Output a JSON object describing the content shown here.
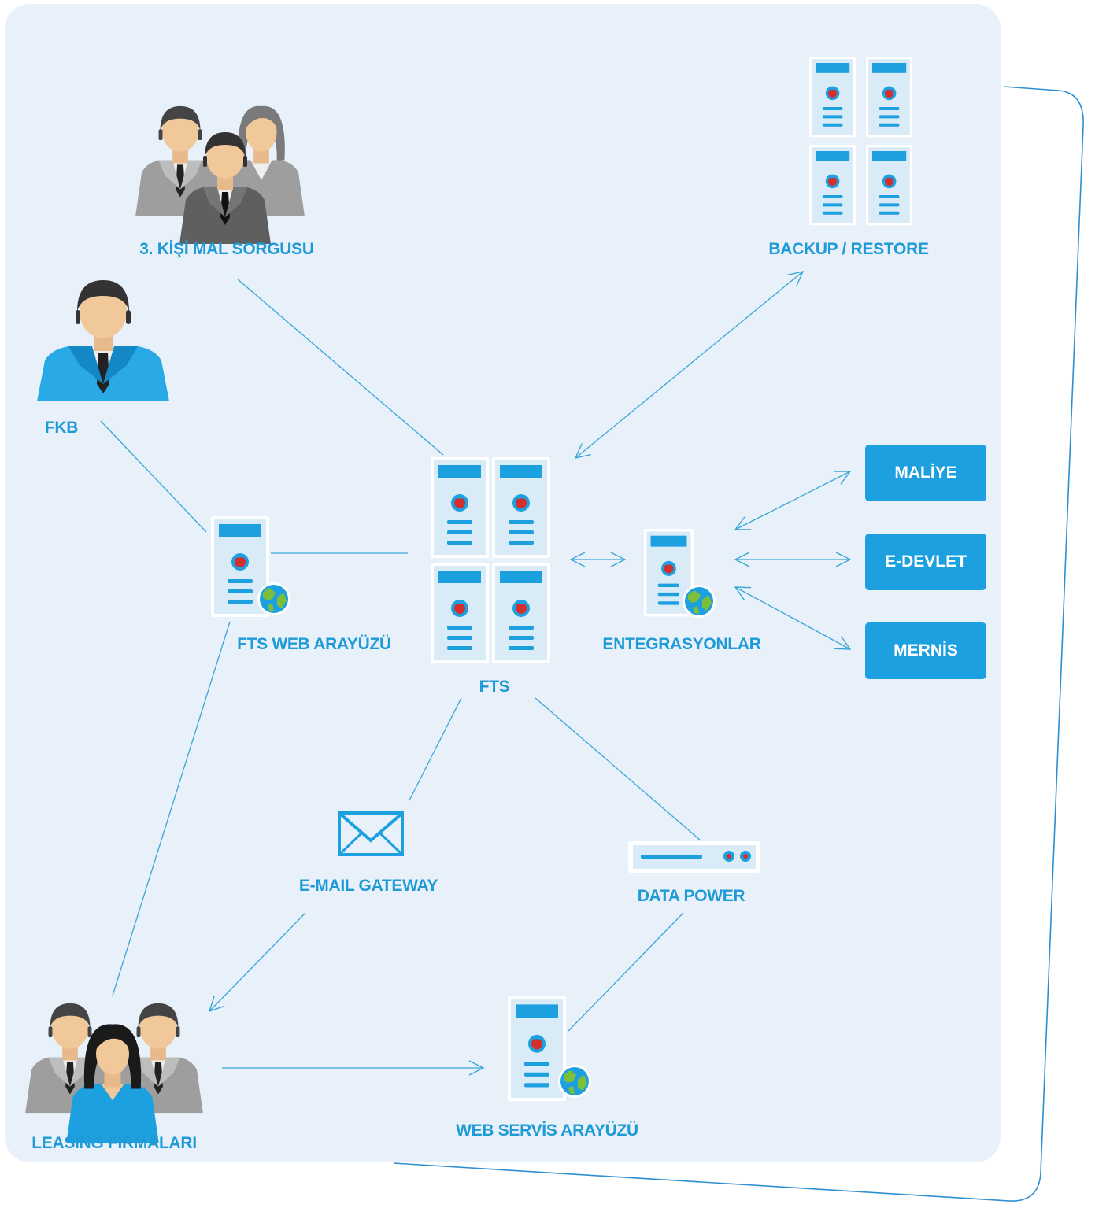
{
  "colors": {
    "panel": "#e8f1fa",
    "line": "#3aa6d8",
    "accent": "#1da0e0",
    "server_body": "#ffffff",
    "server_fill": "#d8ebf7",
    "server_dot": "#d32f2f"
  },
  "nodes": {
    "third_party": {
      "label": "3. KİŞİ MAL SORGUSU",
      "icon": "people-group-icon"
    },
    "fkb": {
      "label": "FKB",
      "icon": "person-icon"
    },
    "backup": {
      "label": "BACKUP / RESTORE",
      "icon": "server-cluster-icon"
    },
    "fts": {
      "label": "FTS",
      "icon": "server-cluster-icon"
    },
    "fts_web": {
      "label": "FTS WEB ARAYÜZÜ",
      "icon": "web-server-icon"
    },
    "integrations": {
      "label": "ENTEGRASYONLAR",
      "icon": "web-server-icon"
    },
    "email": {
      "label": "E-MAIL GATEWAY",
      "icon": "envelope-icon"
    },
    "datapower": {
      "label": "DATA POWER",
      "icon": "appliance-icon"
    },
    "leasing": {
      "label": "LEASING FİRMALARI",
      "icon": "people-group-icon"
    },
    "webservice": {
      "label": "WEB SERVİS ARAYÜZÜ",
      "icon": "web-server-icon"
    }
  },
  "external_systems": [
    {
      "label": "MALİYE"
    },
    {
      "label": "E-DEVLET"
    },
    {
      "label": "MERNİS"
    }
  ]
}
